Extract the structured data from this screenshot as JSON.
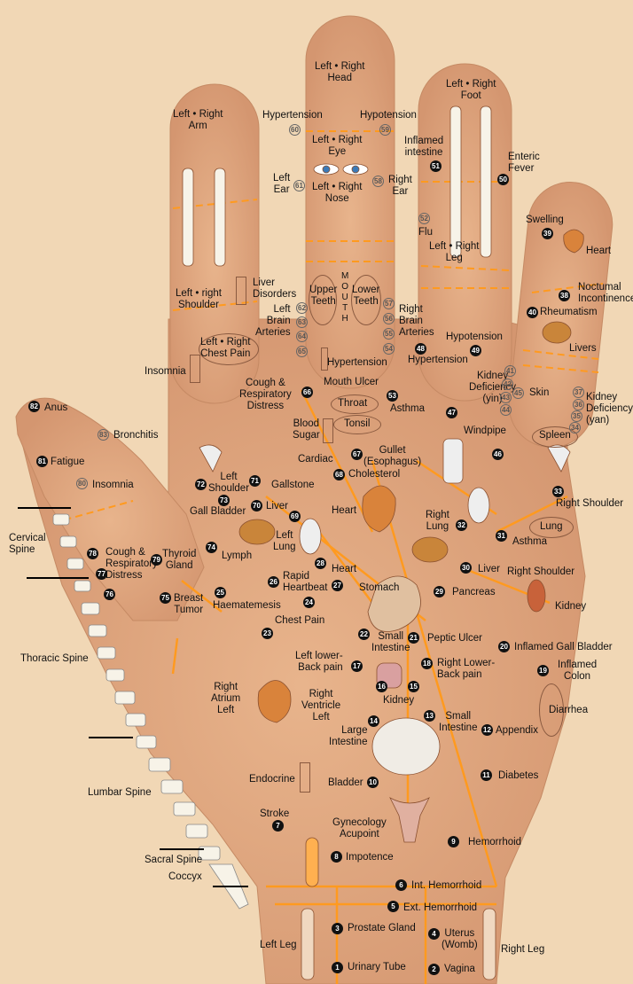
{
  "colors": {
    "background": "#f1d7b5",
    "skin": "#dca67e",
    "line": "#ff9a1f",
    "organ": "#d9833b",
    "bone": "#f7f3e8"
  },
  "labels": {
    "head": "Left • Right\nHead",
    "hypertension_top": "Hypertension",
    "hypotension_top": "Hypotension",
    "eye": "Left • Right\nEye",
    "nose": "Left • Right\nNose",
    "left_ear": "Left\nEar",
    "right_ear": "Right\nEar",
    "arm": "Left • Right\nArm",
    "foot": "Left • Right\nFoot",
    "inflamed_intestine": "Inflamed\nintestine",
    "enteric_fever": "Enteric\nFever",
    "flu": "Flu",
    "leg": "Left • Right\nLeg",
    "swelling": "Swelling",
    "heart_right": "Heart",
    "noctumal": "Noctumal\nIncontinence",
    "rheumatism": "Rheumatism",
    "livers": "Livers",
    "upper_teeth": "Upper\nTeeth",
    "lower_teeth": "Lower\nTeeth",
    "mouth": "M\nO\nU\nT\nH",
    "liver_disorders": "Liver\nDisorders",
    "shoulder_lr": "Left • right\nShoulder",
    "brain_left": "Left\nBrain\nArteries",
    "brain_right": "Right\nBrain\nArteries",
    "chest_pain_top": "Left • Right\nChest Pain",
    "hypertension_mid": "Hypertension",
    "hypotension_mid": "Hypotension",
    "hypertension_low": "Hypertension",
    "kidney_def_yin": "Kidney\nDeficiency\n(yin)",
    "skin": "Skin",
    "kidney_def_yan": "Kidney\nDeficiency\n(yan)",
    "insomnia_top": "Insomnia",
    "cough_resp": "Cough &\nRespiratory\nDistress",
    "mouth_ulcer": "Mouth Ulcer",
    "throat": "Throat",
    "tonsil": "Tonsil",
    "asthma_top": "Asthma",
    "blood_sugar": "Blood\nSugar",
    "windpipe": "Windpipe",
    "spleen": "Spleen",
    "anus": "Anus",
    "bronchitis": "Bronchitis",
    "fatigue": "Fatigue",
    "insomnia_thumb": "Insomnia",
    "cardiac": "Cardiac",
    "gullet": "Gullet\n(Esophagus)",
    "cholesterol": "Cholesterol",
    "left_shoulder": "Left\nShoulder",
    "gallstone": "Gallstone",
    "gall_bladder": "Gall Bladder",
    "liver_left": "Liver",
    "heart_center": "Heart",
    "right_lung": "Right\nLung",
    "asthma_mid": "Asthma",
    "right_shoulder_top": "Right Shoulder",
    "lung": "Lung",
    "cervical_spine": "Cervical\nSpine",
    "cough_resp2": "Cough &\nRespiratory\nDistress",
    "thyroid": "Thyroid\nGland",
    "lymph": "Lymph",
    "left_lung": "Left\nLung",
    "heart_28": "Heart",
    "liver_30": "Liver",
    "right_shoulder_mid": "Right Shoulder",
    "rapid_heartbeat": "Rapid\nHeartbeat",
    "stomach": "Stomach",
    "pancreas": "Pancreas",
    "breast_tumor": "Breast\nTumor",
    "haematemesis": "Haematemesis",
    "kidney_right": "Kidney",
    "chest_pain_low": "Chest Pain",
    "small_intestine_22": "Small\nIntestine",
    "peptic_ulcer": "Peptic Ulcer",
    "inflamed_gall": "Inflamed Gall Bladder",
    "thoracic_spine": "Thoracic Spine",
    "left_lower_back": "Left lower-\nBack pain",
    "right_lower_back": "Right Lower-\nBack pain",
    "inflamed_colon": "Inflamed\nColon",
    "right_atrium": "Right\nAtrium\nLeft",
    "right_ventricle": "Right\nVentricle\nLeft",
    "kidney_center": "Kidney",
    "diarrhea": "Diarrhea",
    "large_intestine": "Large\nIntestine",
    "small_intestine_13": "Small\nIntestine",
    "appendix": "Appendix",
    "endocrine": "Endocrine",
    "bladder": "Bladder",
    "diabetes": "Diabetes",
    "lumbar_spine": "Lumbar Spine",
    "stroke": "Stroke",
    "gynecology": "Gynecology\nAcupoint",
    "hemorrhoid": "Hemorrhoid",
    "impotence": "Impotence",
    "sacral_spine": "Sacral Spine",
    "coccyx": "Coccyx",
    "int_hemorrhoid": "Int. Hemorrhoid",
    "ext_hemorrhoid": "Ext. Hemorrhoid",
    "prostate": "Prostate Gland",
    "uterus": "Uterus\n(Womb)",
    "left_leg": "Left Leg",
    "right_leg": "Right Leg",
    "urinary_tube": "Urinary Tube",
    "vagina": "Vagina"
  },
  "numbers": {
    "n60": "60",
    "n59": "59",
    "n61": "61",
    "n58": "58",
    "n51": "51",
    "n50": "50",
    "n52": "52",
    "n39": "39",
    "n38": "38",
    "n40": "40",
    "n62": "62",
    "n63": "63",
    "n64": "64",
    "n65": "65",
    "n57": "57",
    "n56": "56",
    "n55": "55",
    "n54": "54",
    "n48": "48",
    "n49": "49",
    "n41": "41",
    "n42": "42",
    "n43": "43",
    "n44": "44",
    "n45": "45",
    "n37": "37",
    "n36": "36",
    "n35": "35",
    "n34": "34",
    "n66": "66",
    "n53": "53",
    "n47": "47",
    "n82": "82",
    "n83": "83",
    "n81": "81",
    "n80": "80",
    "n67": "67",
    "n68": "68",
    "n46": "46",
    "n72": "72",
    "n71": "71",
    "n73": "73",
    "n70": "70",
    "n69": "69",
    "n33": "33",
    "n32": "32",
    "n31": "31",
    "n78": "78",
    "n79": "79",
    "n77": "77",
    "n76": "76",
    "n74": "74",
    "n28": "28",
    "n30": "30",
    "n26": "26",
    "n27": "27",
    "n29": "29",
    "n75": "75",
    "n25": "25",
    "n24": "24",
    "n23": "23",
    "n22": "22",
    "n21": "21",
    "n20": "20",
    "n17": "17",
    "n18": "18",
    "n19": "19",
    "n16": "16",
    "n15": "15",
    "n14": "14",
    "n13": "13",
    "n12": "12",
    "n10": "10",
    "n11": "11",
    "n7": "7",
    "n9": "9",
    "n8": "8",
    "n6": "6",
    "n5": "5",
    "n3": "3",
    "n4": "4",
    "n1": "1",
    "n2": "2"
  }
}
